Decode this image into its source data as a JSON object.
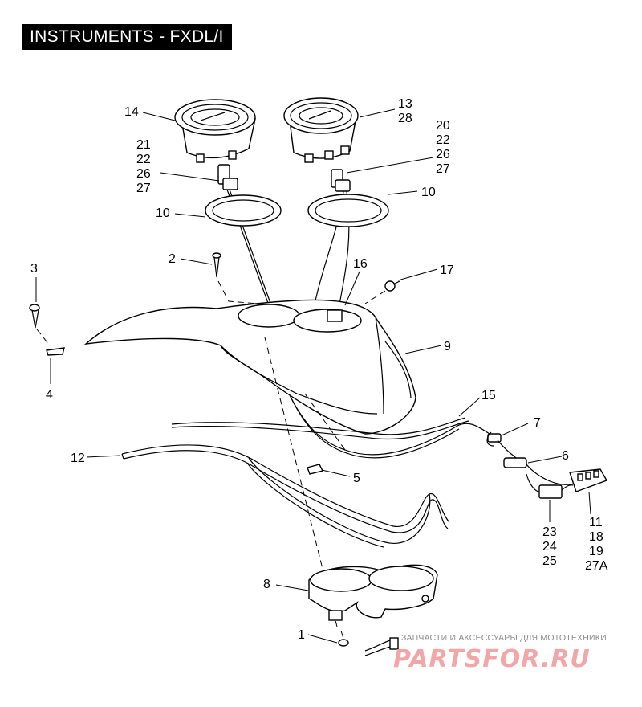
{
  "title": "INSTRUMENTS - FXDL/I",
  "callouts": {
    "c14": "14",
    "c13": "13",
    "c28": "28",
    "c20": "20",
    "c22a": "22",
    "c26a": "26",
    "c27a": "27",
    "c21": "21",
    "c22b": "22",
    "c26b": "26",
    "c27b": "27",
    "c10a": "10",
    "c10b": "10",
    "c2": "2",
    "c3": "3",
    "c16": "16",
    "c17": "17",
    "c4": "4",
    "c9": "9",
    "c15": "15",
    "c7": "7",
    "c6": "6",
    "c12": "12",
    "c5": "5",
    "c11": "11",
    "c18": "18",
    "c19": "19",
    "c27A": "27A",
    "c23": "23",
    "c24": "24",
    "c25": "25",
    "c8": "8",
    "c1": "1"
  },
  "watermark": {
    "caption": "ЗАПЧАСТИ И АКСЕССУАРЫ ДЛЯ МОТОТЕХНИКИ",
    "logo": "PARTSFOR.RU"
  }
}
